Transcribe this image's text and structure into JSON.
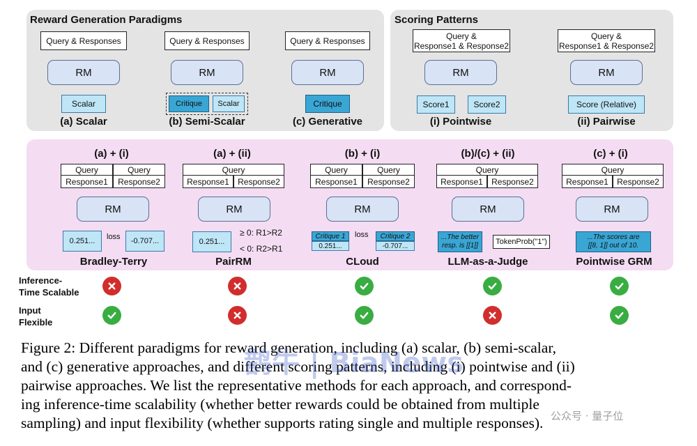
{
  "top_left": {
    "title": "Reward Generation Paradigms",
    "input": "Query & Responses",
    "rm": "RM",
    "scalar": "Scalar",
    "critique": "Critique",
    "cap_a": "(a) Scalar",
    "cap_b": "(b) Semi-Scalar",
    "cap_c": "(c) Generative"
  },
  "top_right": {
    "title": "Scoring Patterns",
    "input_l1": "Query &",
    "input_l2": "Response1 & Response2",
    "rm": "RM",
    "score1": "Score1",
    "score2": "Score2",
    "score_rel": "Score (Relative)",
    "cap_i": "(i) Pointwise",
    "cap_ii": "(ii) Pairwise"
  },
  "methods": [
    {
      "header": "(a) + (i)",
      "name": "Bradley-Terry"
    },
    {
      "header": "(a) + (ii)",
      "name": "PairRM"
    },
    {
      "header": "(b) + (i)",
      "name": "CLoud"
    },
    {
      "header": "(b)/(c) + (ii)",
      "name": "LLM-as-a-Judge"
    },
    {
      "header": "(c) + (i)",
      "name": "Pointwise GRM"
    }
  ],
  "labels": {
    "query": "Query",
    "response1": "Response1",
    "response2": "Response2",
    "rm": "RM",
    "loss": "loss",
    "bt_v1": "0.251...",
    "bt_v2": "-0.707...",
    "pair_v": "0.251...",
    "pair_cond1": "≥ 0: R1>R2",
    "pair_cond2": "< 0: R2>R1",
    "cloud_c1": "Critique 1",
    "cloud_c2": "Critique 2",
    "cloud_v1": "0.251...",
    "cloud_v2": "-0.707...",
    "judge_txt_l1": "...The better",
    "judge_txt_l2": "resp. is [[1]]",
    "judge_prob": "TokenProb(\"1\")",
    "grm_txt_l1": "...The scores are",
    "grm_txt_l2": "[[8, 1]] out of 10."
  },
  "rows": {
    "inference_l1": "Inference-",
    "inference_l2": "Time Scalable",
    "input_l1": "Input",
    "input_l2": "Flexible",
    "inference_values": [
      false,
      false,
      true,
      true,
      true
    ],
    "input_values": [
      true,
      false,
      true,
      false,
      true
    ]
  },
  "caption": {
    "line1": "Figure 2: Different paradigms for reward generation, including (a) scalar, (b) semi-scalar,",
    "line2": "and (c) generative approaches, and different scoring patterns, including (i) pointwise and (ii)",
    "line3": "pairwise approaches. We list the representative methods for each approach, and correspond-",
    "line4": "ing inference-time scalability (whether better rewards could be obtained from multiple",
    "line5": "sampling) and input flexibility (whether supports rating single and multiple responses)."
  },
  "watermark": {
    "main": "鹊牛 | BiaNews",
    "corner": "公众号 · 量子位"
  },
  "colors": {
    "gray_panel": "#e4e4e4",
    "pink_panel": "#f4dcf2",
    "rm_fill": "#d8e3f5",
    "light_blue": "#bfe6f6",
    "dark_blue": "#3aa6d4",
    "red": "#d12d2d",
    "green": "#39ad42"
  }
}
